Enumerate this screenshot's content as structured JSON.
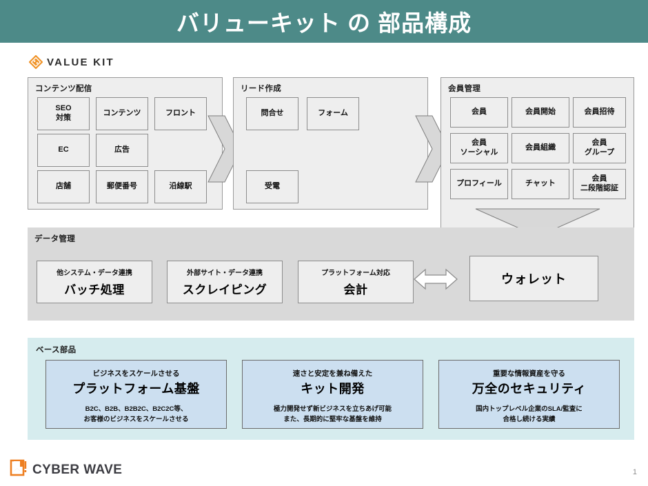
{
  "header": {
    "title": "バリューキット の 部品構成",
    "bg": "#4d8a88"
  },
  "brand": {
    "product_logo_text": "VALUE KIT",
    "product_mark_color": "#f0942a"
  },
  "panels": {
    "content_delivery": {
      "title": "コンテンツ配信",
      "items": [
        {
          "label": "SEO\n対策"
        },
        {
          "label": "コンテンツ"
        },
        {
          "label": "フロント"
        },
        {
          "label": "EC"
        },
        {
          "label": "広告"
        },
        {
          "label": "店舗"
        },
        {
          "label": "郵便番号"
        },
        {
          "label": "沿線駅"
        }
      ]
    },
    "lead_generation": {
      "title": "リード作成",
      "items": [
        {
          "label": "問合せ"
        },
        {
          "label": "フォーム"
        },
        {
          "label": "受電"
        }
      ]
    },
    "member_management": {
      "title": "会員管理",
      "items": [
        {
          "label": "会員"
        },
        {
          "label": "会員開始"
        },
        {
          "label": "会員招待"
        },
        {
          "label": "会員\nソーシャル"
        },
        {
          "label": "会員組織"
        },
        {
          "label": "会員\nグループ"
        },
        {
          "label": "プロフィール"
        },
        {
          "label": "チャット"
        },
        {
          "label": "会員\n二段階認証"
        }
      ]
    },
    "data_management": {
      "title": "データ管理",
      "bg": "#d9d9d9",
      "items": [
        {
          "sub": "他システム・データ連携",
          "main": "バッチ処理"
        },
        {
          "sub": "外部サイト・データ連携",
          "main": "スクレイピング"
        },
        {
          "sub": "プラットフォーム対応",
          "main": "会計"
        }
      ]
    },
    "wallet": {
      "label": "ウォレット"
    },
    "base_components": {
      "title": "ベース部品",
      "bg": "#d6ecee",
      "card_bg": "#ccdff0",
      "cards": [
        {
          "lead": "ビジネスをスケールさせる",
          "title": "プラットフォーム基盤",
          "desc": "B2C、B2B、B2B2C、B2C2C等、\nお客様のビジネスをスケールさせる"
        },
        {
          "lead": "速さと安定を兼ね備えた",
          "title": "キット開発",
          "desc": "極力開発せず新ビジネスを立ちあげ可能\nまた、長期的に堅牢な基盤を維持"
        },
        {
          "lead": "重要な情報資産を守る",
          "title": "万全のセキュリティ",
          "desc": "国内トップレベル企業のSLA/監査に\n合格し続ける実績"
        }
      ]
    }
  },
  "footer": {
    "company_logo_text": "CYBER WAVE",
    "company_mark_color": "#ee7f22",
    "page_number": "1"
  }
}
